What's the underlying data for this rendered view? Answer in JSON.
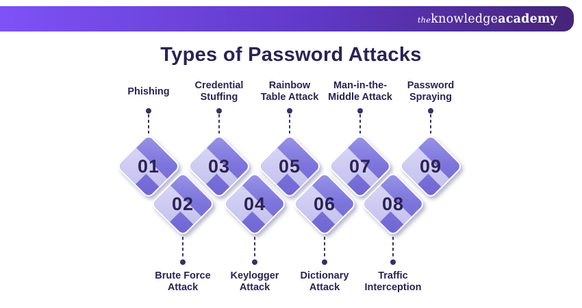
{
  "header": {
    "logo": {
      "the": "the",
      "knowledge": "knowledge",
      "academy": "academy"
    }
  },
  "title": "Types of Password Attacks",
  "attacks": [
    {
      "number": "01",
      "label": "Phishing",
      "lines": [
        "Phishing"
      ]
    },
    {
      "number": "02",
      "label": "Brute Force Attack",
      "lines": [
        "Brute Force",
        "Attack"
      ]
    },
    {
      "number": "03",
      "label": "Credential Stuffing",
      "lines": [
        "Credential",
        "Stuffing"
      ]
    },
    {
      "number": "04",
      "label": "Keylogger Attack",
      "lines": [
        "Keylogger",
        "Attack"
      ]
    },
    {
      "number": "05",
      "label": "Rainbow Table Attack",
      "lines": [
        "Rainbow",
        "Table Attack"
      ]
    },
    {
      "number": "06",
      "label": "Dictionary Attack",
      "lines": [
        "Dictionary",
        "Attack"
      ]
    },
    {
      "number": "07",
      "label": "Man-in-the-Middle Attack",
      "lines": [
        "Man-in-the-",
        "Middle Attack"
      ]
    },
    {
      "number": "08",
      "label": "Traffic Interception",
      "lines": [
        "Traffic",
        "Interception"
      ]
    },
    {
      "number": "09",
      "label": "Password Spraying",
      "lines": [
        "Password",
        "Spraying"
      ]
    }
  ],
  "colors": {
    "header_grad_start": "#7e52f5",
    "header_grad_mid": "#6038c8",
    "header_grad_end": "#452478",
    "diamond_purple": "#7f76dc",
    "diamond_lavender": "#c6c3ef",
    "connector_color": "#36316a",
    "text_navy": "#2a2353"
  }
}
